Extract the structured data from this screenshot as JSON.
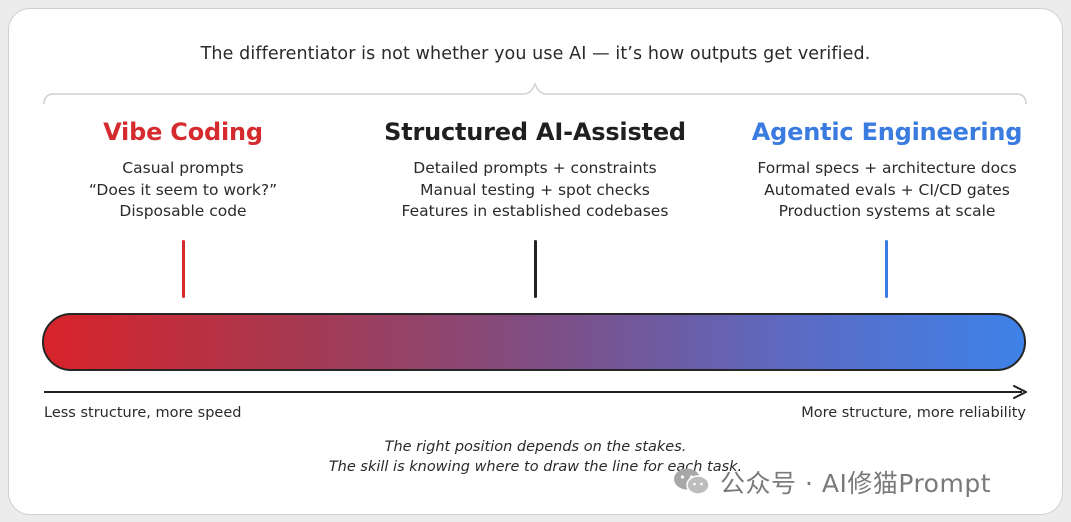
{
  "headline": "The differentiator is not whether you use AI — it’s how outputs get verified.",
  "columns": [
    {
      "title": "Vibe Coding",
      "color": "#d52b2f",
      "lines": [
        "Casual prompts",
        "“Does it seem to work?”",
        "Disposable code"
      ]
    },
    {
      "title": "Structured AI-Assisted",
      "color": "#1f1f1f",
      "lines": [
        "Detailed prompts + constraints",
        "Manual testing + spot checks",
        "Features in established codebases"
      ]
    },
    {
      "title": "Agentic Engineering",
      "color": "#3a7be0",
      "lines": [
        "Formal specs + architecture docs",
        "Automated evals + CI/CD gates",
        "Production systems at scale"
      ]
    }
  ],
  "gradient_colors": [
    "#d8232a",
    "#7d4f86",
    "#3e82e8"
  ],
  "axis": {
    "left_label": "Less structure, more speed",
    "right_label": "More structure, more reliability"
  },
  "note": {
    "line1": "The right position depends on the stakes.",
    "line2": "The skill is knowing where to draw the line for each task."
  },
  "watermark": {
    "text": "公众号 · AI修猫Prompt",
    "icon": "wechat-icon"
  }
}
